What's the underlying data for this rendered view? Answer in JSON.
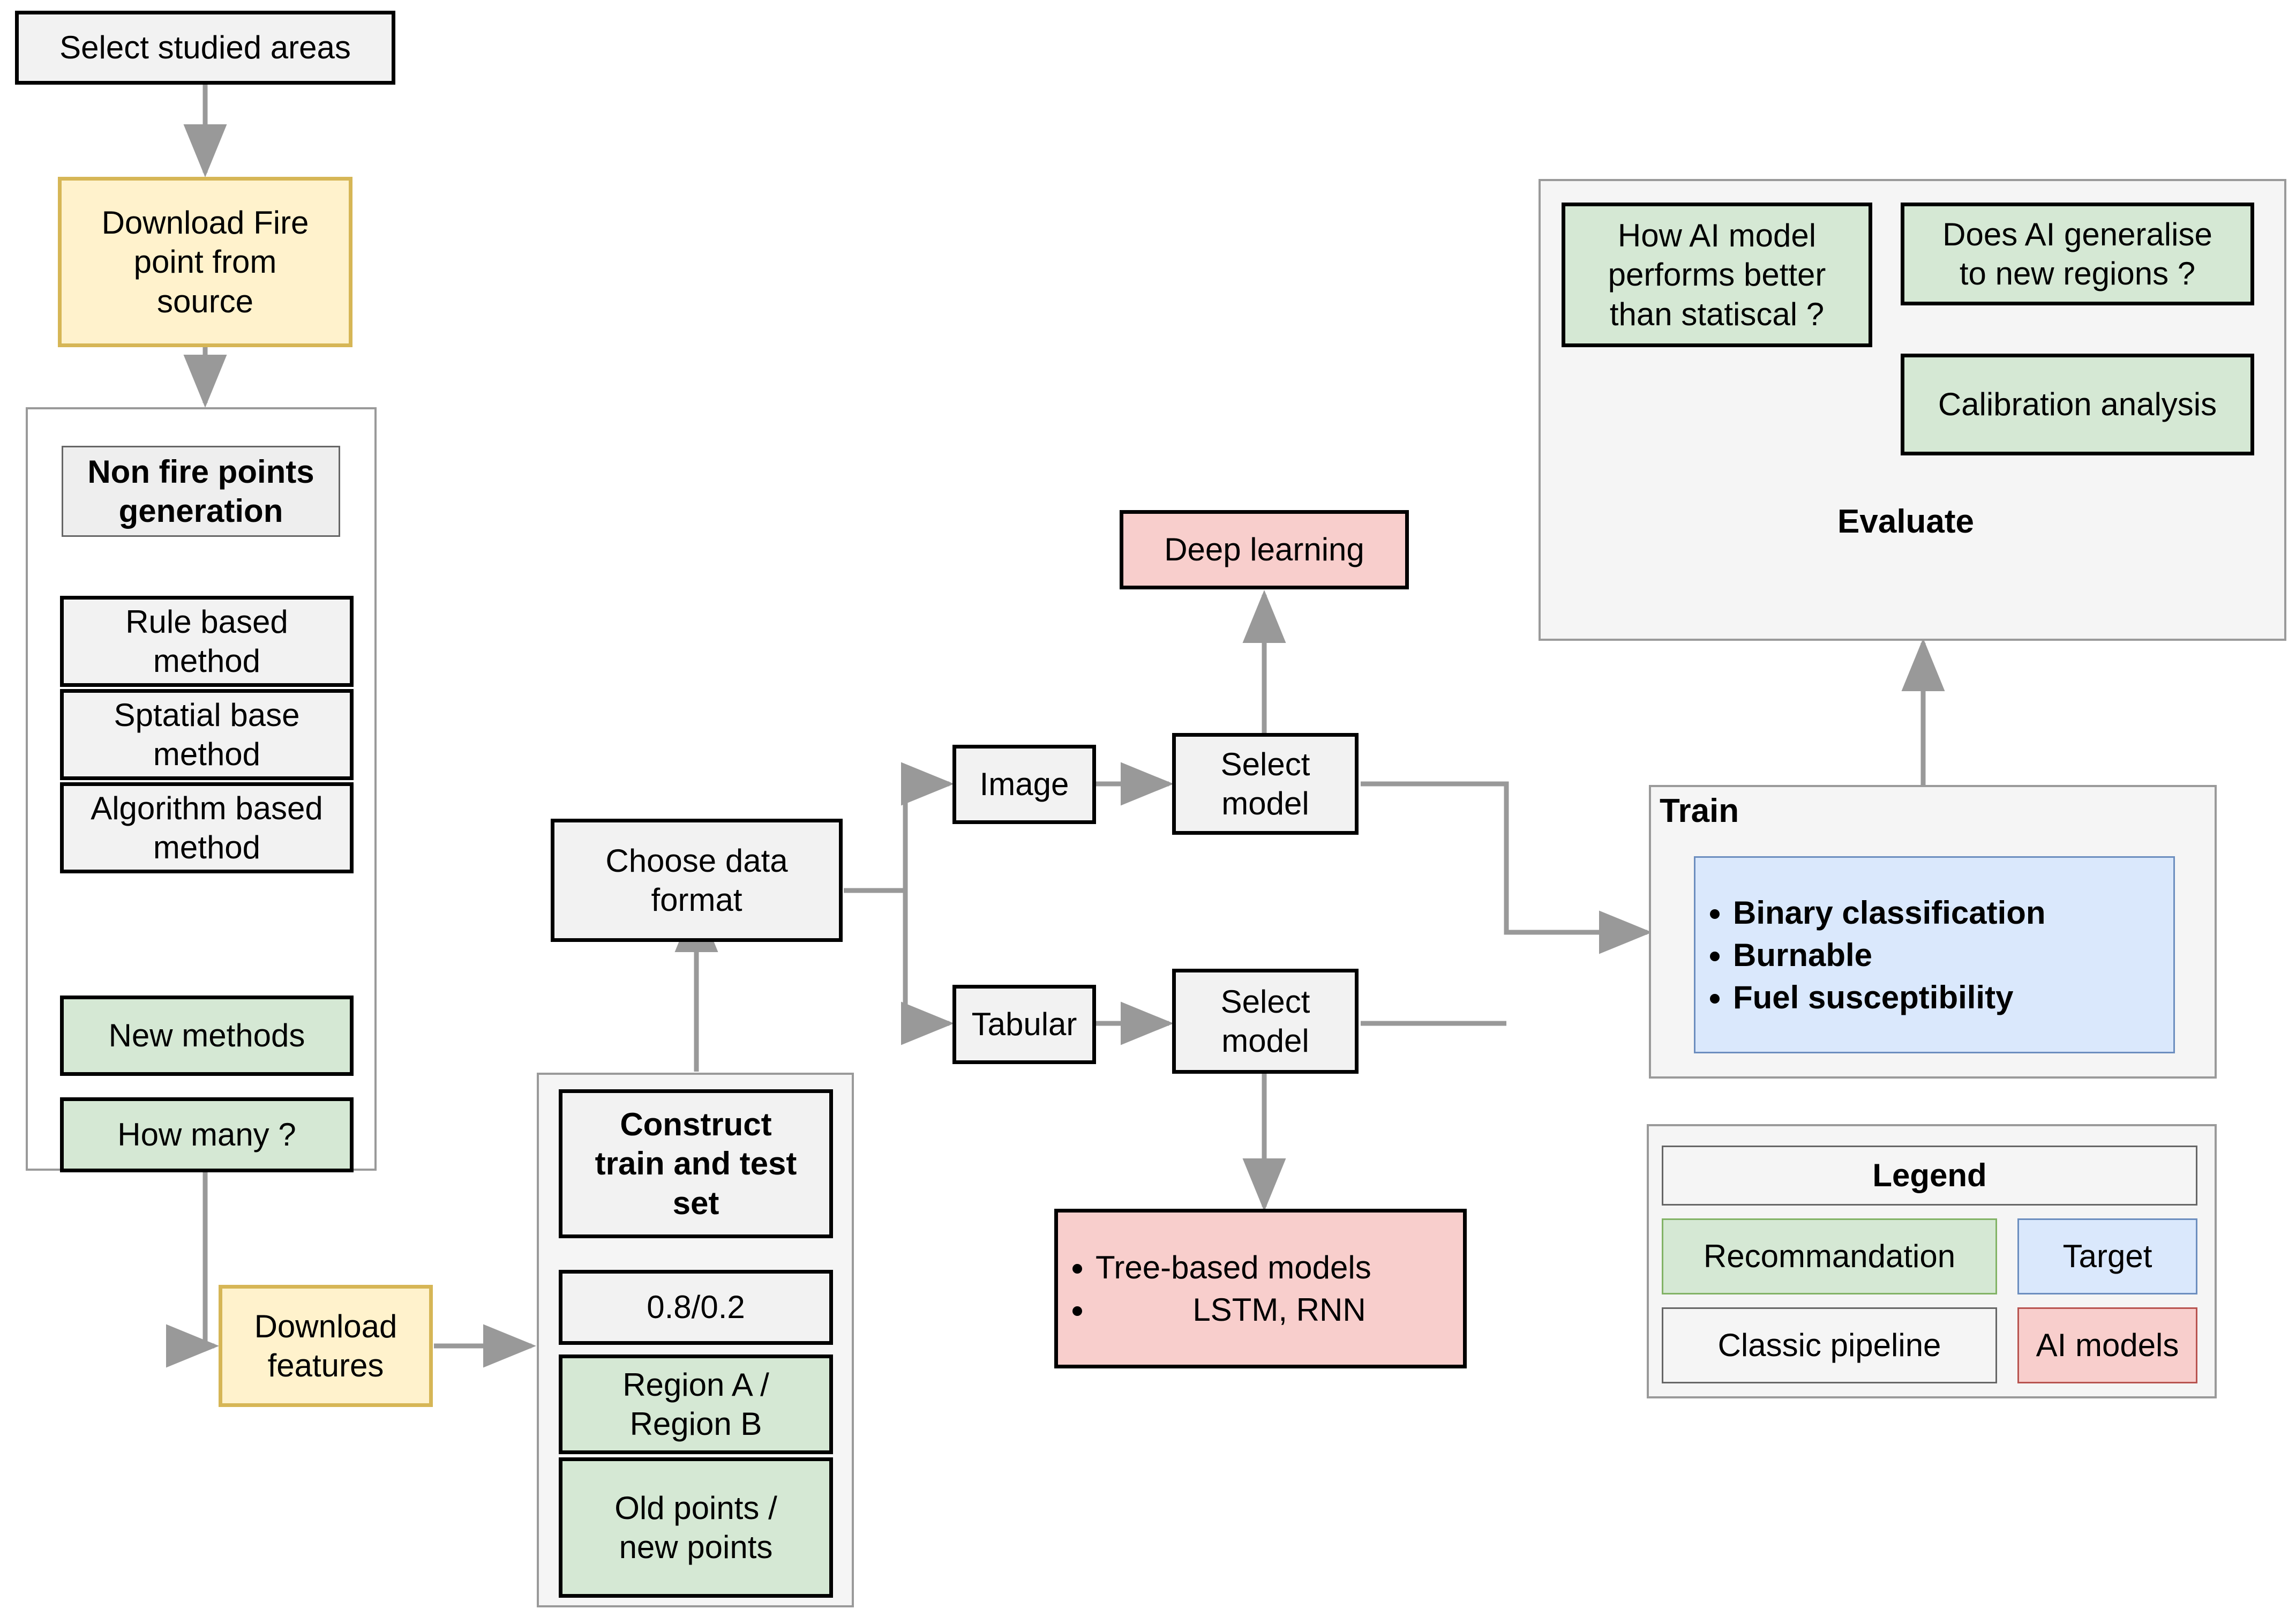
{
  "diagram": {
    "title_nodes": {
      "select_studied_areas": "Select studied areas",
      "download_fire_point": "Download Fire\npoint from\nsource",
      "download_features": "Download\nfeatures",
      "choose_data_format": "Choose data\nformat",
      "image": "Image",
      "tabular": "Tabular",
      "select_model_top": "Select\nmodel",
      "select_model_bottom": "Select\nmodel",
      "deep_learning": "Deep learning"
    },
    "non_fire_group": {
      "header": "Non fire points\ngeneration",
      "items": [
        {
          "label": "Rule based\nmethod",
          "kind": "classic"
        },
        {
          "label": "Sptatial base\nmethod",
          "kind": "classic"
        },
        {
          "label": "Algorithm based\nmethod",
          "kind": "classic"
        },
        {
          "label": "New methods",
          "kind": "green"
        },
        {
          "label": "How many ?",
          "kind": "green"
        }
      ]
    },
    "construct_group": {
      "header": "Construct\ntrain and test\nset",
      "items": [
        {
          "label": "0.8/0.2",
          "kind": "classic"
        },
        {
          "label": "Region A /\nRegion B",
          "kind": "green"
        },
        {
          "label": "Old points /\nnew points",
          "kind": "green"
        }
      ]
    },
    "tree_models": {
      "bullets": [
        "Tree-based models",
        "LSTM, RNN"
      ]
    },
    "train_group": {
      "label": "Train",
      "bullets": [
        "Binary classification",
        "Burnable",
        "Fuel susceptibility"
      ]
    },
    "evaluate_group": {
      "label": "Evaluate",
      "items": [
        "How AI model\nperforms better\nthan statiscal ?",
        "Does AI generalise\nto new regions ?",
        "Calibration analysis"
      ]
    },
    "legend": {
      "title": "Legend",
      "entries": [
        {
          "label": "Recommandation",
          "kind": "green"
        },
        {
          "label": "Target",
          "kind": "blue"
        },
        {
          "label": "Classic pipeline",
          "kind": "grey"
        },
        {
          "label": "AI models",
          "kind": "red"
        }
      ]
    },
    "colors": {
      "recommandation": "#d5e8d4",
      "target": "#dae8fc",
      "classic_pipeline": "#f5f5f5",
      "ai_models": "#f8cecc",
      "source_yellow": "#fff2cc",
      "edge": "#999999"
    }
  }
}
